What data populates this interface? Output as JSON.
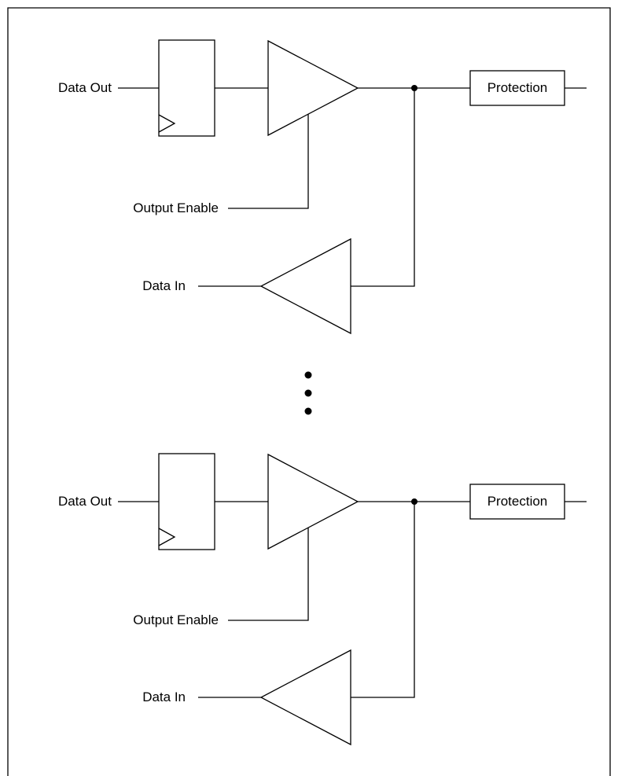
{
  "channels": [
    {
      "data_out_label": "Data Out",
      "output_enable_label": "Output Enable",
      "data_in_label": "Data In",
      "protection_label": "Protection"
    },
    {
      "data_out_label": "Data Out",
      "output_enable_label": "Output Enable",
      "data_in_label": "Data In",
      "protection_label": "Protection"
    }
  ]
}
